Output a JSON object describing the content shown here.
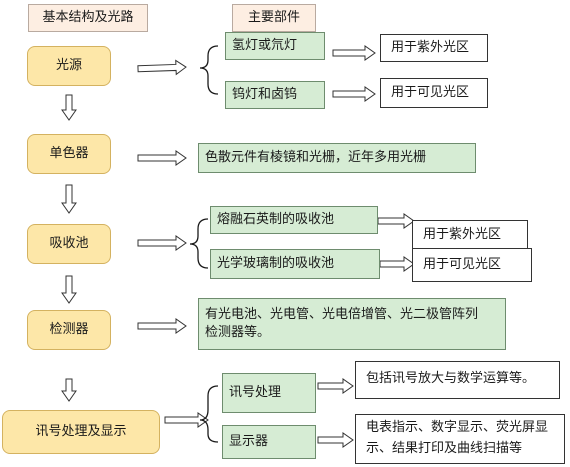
{
  "headers": {
    "left": "基本结构及光路",
    "right": "主要部件"
  },
  "stages": [
    {
      "label": "光源"
    },
    {
      "label": "单色器"
    },
    {
      "label": "吸收池"
    },
    {
      "label": "检测器"
    },
    {
      "label": "讯号处理及显示"
    }
  ],
  "light_source": {
    "components": [
      "氢灯或氘灯",
      "钨灯和卤钨"
    ],
    "uses": [
      "用于紫外光区",
      "用于可见光区"
    ]
  },
  "monochromator": {
    "component": "色散元件有棱镜和光栅，近年多用光栅"
  },
  "absorption_cell": {
    "components": [
      "熔融石英制的吸收池",
      "光学玻璃制的吸收池"
    ],
    "uses": [
      "用于紫外光区",
      "用于可见光区"
    ]
  },
  "detector": {
    "component_line1": "有光电池、光电管、光电倍增管、光二极管阵列",
    "component_line2": "检测器等。"
  },
  "signal": {
    "components": [
      "讯号处理",
      "显示器"
    ],
    "details": [
      "包括讯号放大与数学运算等。",
      "电表指示、数字显示、荧光屏显示、结果打印及曲线扫描等"
    ]
  }
}
